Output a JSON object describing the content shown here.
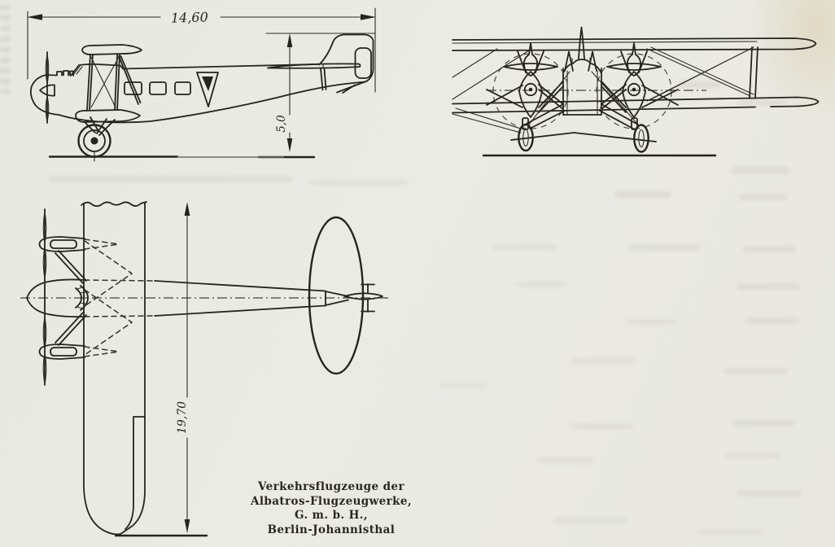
{
  "colors": {
    "paper": "#e9e9e4",
    "ink": "#26241f"
  },
  "drawing": {
    "side_view": {
      "length_dimension": "14,60",
      "height_dimension": "5,0"
    },
    "top_view": {
      "span_dimension": "19,70"
    }
  },
  "caption": {
    "lines": [
      "Verkehrsflugzeuge der",
      "Albatros-Flugzeugwerke,",
      "G. m. b. H.,",
      "Berlin-Johannisthal"
    ]
  }
}
